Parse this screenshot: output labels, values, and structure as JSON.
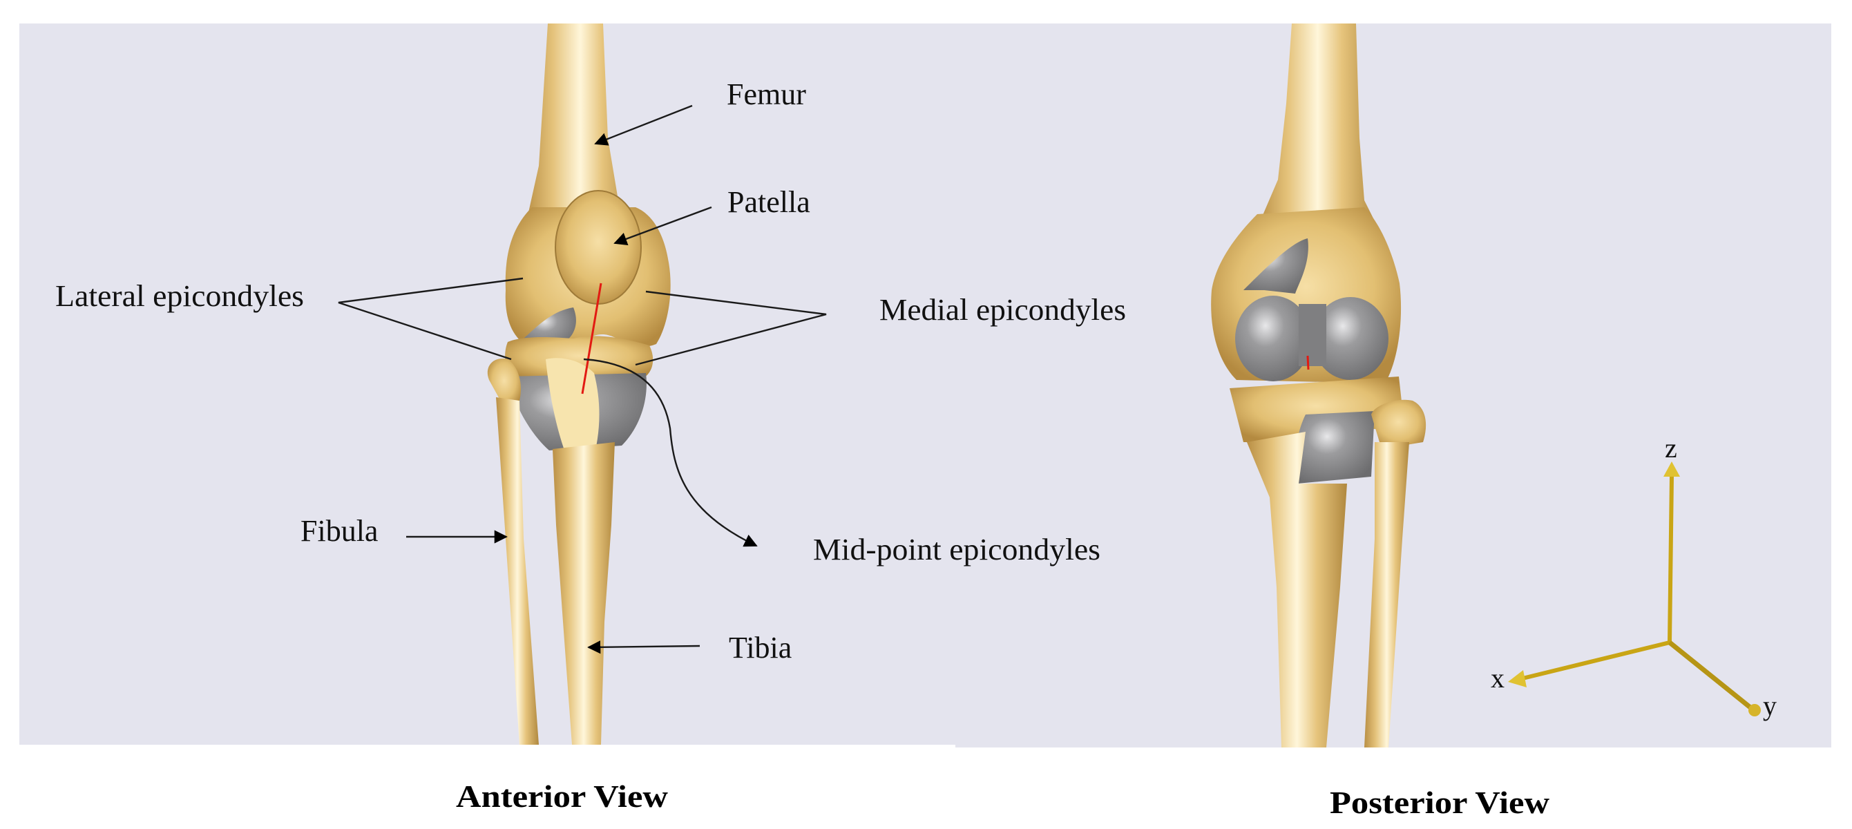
{
  "figure": {
    "background_color": "#e4e4ee",
    "bone_color": "#e2bf72",
    "cartilage_color": "#8c8c8e",
    "axis_line_color": "#ff2a1a",
    "triad_color": "#c9a515"
  },
  "anterior_panel": {
    "caption": "Anterior View",
    "labels": {
      "femur": "Femur",
      "patella": "Patella",
      "lateral_epicondyles": "Lateral epicondyles",
      "medial_epicondyles": "Medial epicondyles",
      "midpoint_epicondyles": "Mid-point epicondyles",
      "fibula": "Fibula",
      "tibia": "Tibia"
    }
  },
  "posterior_panel": {
    "caption": "Posterior View",
    "triad": {
      "x_label": "x",
      "y_label": "y",
      "z_label": "z"
    }
  }
}
